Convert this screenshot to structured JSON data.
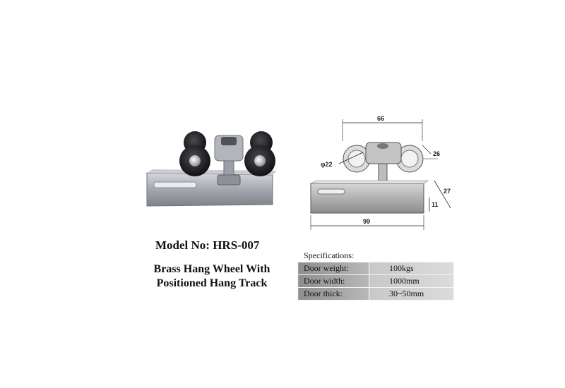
{
  "product": {
    "model_label": "Model No: HRS-007",
    "description_line1": "Brass Hang Wheel With",
    "description_line2": "Positioned Hang Track"
  },
  "specifications": {
    "title": "Specifications:",
    "rows": [
      {
        "label": "Door weight:",
        "value": "100kgs"
      },
      {
        "label": "Door width:",
        "value": "1000mm"
      },
      {
        "label": "Door thick:",
        "value": "30~50mm"
      }
    ]
  },
  "drawing": {
    "dim_width_top": "66",
    "dim_wheel_diameter": "φ22",
    "dim_wheel_width": "26",
    "dim_depth": "27",
    "dim_height": "11",
    "dim_length": "99"
  },
  "colors": {
    "metal": "#a9adb3",
    "wheel": "#1e1e22",
    "table_key": "#9a9a9a",
    "table_value": "#d0d0d0"
  }
}
